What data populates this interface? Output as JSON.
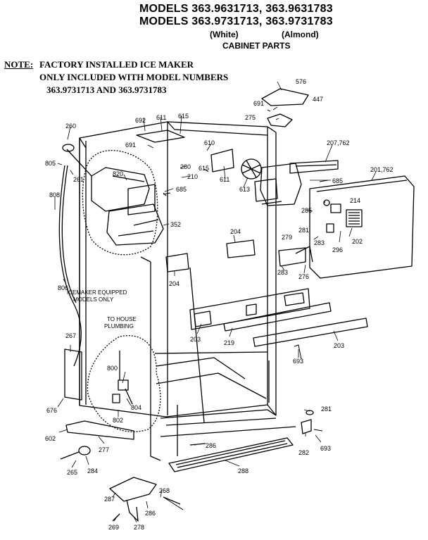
{
  "header": {
    "models_line1": "MODELS 363.9631713, 363.9631783",
    "models_line2": "MODELS 363.9731713, 363.9731783",
    "white": "(White)",
    "almond": "(Almond)",
    "subtitle": "CABINET PARTS"
  },
  "note": {
    "prefix": "NOTE:",
    "line1": "FACTORY INSTALLED ICE MAKER",
    "line2": "ONLY INCLUDED WITH MODEL NUMBERS",
    "line3": "363.9731713 AND 363.9731783"
  },
  "captions": {
    "icemaker_line1": "ICEMAKER EQUIPPED",
    "icemaker_line2": "MODELS ONLY",
    "house_line1": "TO HOUSE",
    "house_line2": "PLUMBING"
  },
  "parts": {
    "p576": "576",
    "p447": "447",
    "p691a": "691",
    "p275": "275",
    "p692": "692",
    "p611a": "611",
    "p615a": "615",
    "p691b": "691",
    "p610": "610",
    "p280": "280",
    "p615b": "615",
    "p210": "210",
    "p611b": "611",
    "p613": "613",
    "p207": "207,762",
    "p201": "201,762",
    "p260": "260",
    "p805": "805",
    "p261": "261",
    "p820": "820",
    "p685a": "685",
    "p685b": "685",
    "p214": "214",
    "p808": "808",
    "p352": "352",
    "p285": "285",
    "p281a": "281",
    "p204a": "204",
    "p279": "279",
    "p283a": "283",
    "p296": "296",
    "p202": "202",
    "p283b": "283",
    "p276": "276",
    "p204b": "204",
    "p806": "806",
    "p203a": "203",
    "p219": "219",
    "p203b": "203",
    "p267": "267",
    "p693a": "693",
    "p800": "800",
    "p676": "676",
    "p804": "804",
    "p802": "802",
    "p281b": "281",
    "p602": "602",
    "p277": "277",
    "p282": "282",
    "p693b": "693",
    "p286a": "286",
    "p265": "265",
    "p284": "284",
    "p288": "288",
    "p287": "287",
    "p268": "268",
    "p286b": "286",
    "p269": "269",
    "p278": "278"
  }
}
